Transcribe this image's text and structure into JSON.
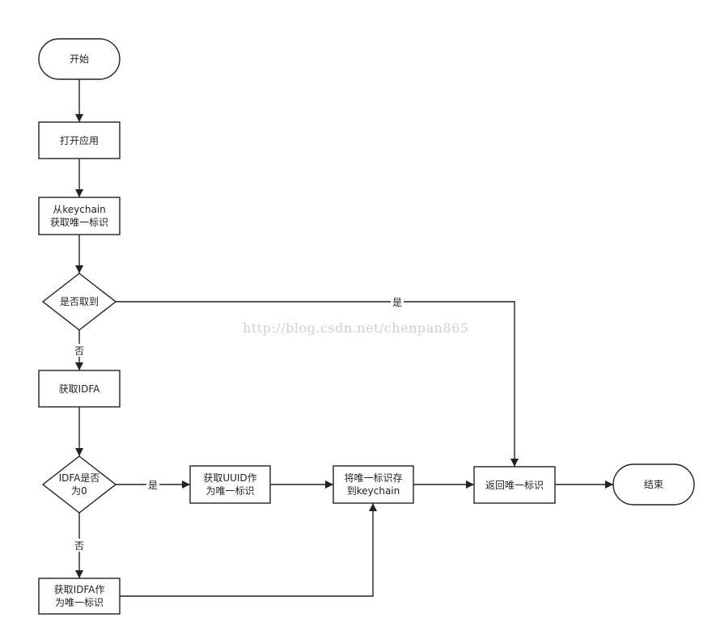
{
  "diagram": {
    "nodes": {
      "start": {
        "lines": [
          "开始"
        ]
      },
      "open_app": {
        "lines": [
          "打开应用"
        ]
      },
      "get_from_keychain": {
        "lines": [
          "从keychain",
          "获取唯一标识"
        ]
      },
      "is_got": {
        "lines": [
          "是否取到"
        ]
      },
      "get_idfa": {
        "lines": [
          "获取IDFA"
        ]
      },
      "idfa_is_zero": {
        "lines": [
          "IDFA是否",
          "为0"
        ]
      },
      "uuid_as_id": {
        "lines": [
          "获取UUID作",
          "为唯一标识"
        ]
      },
      "save_to_keychain": {
        "lines": [
          "将唯一标识存",
          "到keychain"
        ]
      },
      "return_id": {
        "lines": [
          "返回唯一标识"
        ]
      },
      "end": {
        "lines": [
          "结束"
        ]
      },
      "idfa_as_id": {
        "lines": [
          "获取IDFA作",
          "为唯一标识"
        ]
      }
    },
    "edge_labels": {
      "is_got_yes": "是",
      "is_got_no": "否",
      "idfa_zero_yes": "是",
      "idfa_zero_no": "否"
    },
    "watermark": "http://blog.csdn.net/chenpan865"
  }
}
